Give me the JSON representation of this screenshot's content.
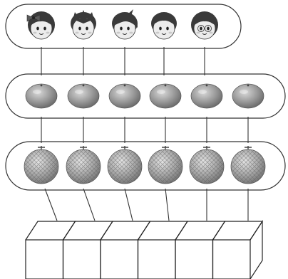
{
  "diagram": {
    "rows": [
      {
        "name": "children",
        "items": [
          {
            "icon": "girl-with-hair-bow-icon"
          },
          {
            "icon": "boy-spiky-hair-icon"
          },
          {
            "icon": "boy-tousled-hair-icon"
          },
          {
            "icon": "boy-short-hair-icon"
          },
          {
            "icon": "girl-with-glasses-icon"
          }
        ]
      },
      {
        "name": "oranges",
        "items": [
          {
            "icon": "orange-icon"
          },
          {
            "icon": "orange-icon"
          },
          {
            "icon": "orange-icon"
          },
          {
            "icon": "orange-icon"
          },
          {
            "icon": "orange-icon"
          },
          {
            "icon": "orange-icon"
          }
        ]
      },
      {
        "name": "melons",
        "items": [
          {
            "icon": "melon-icon"
          },
          {
            "icon": "melon-icon"
          },
          {
            "icon": "melon-icon"
          },
          {
            "icon": "melon-icon"
          },
          {
            "icon": "melon-icon"
          },
          {
            "icon": "melon-icon"
          }
        ]
      }
    ],
    "boxes": {
      "count": 6,
      "icon": "open-box-icon"
    },
    "colors": {
      "outline": "#333333",
      "orange_fill": "#9a9a9a",
      "melon_fill": "#a9a9a9",
      "face_fill": "#ececec",
      "hair_fill": "#3a3a3a"
    }
  }
}
